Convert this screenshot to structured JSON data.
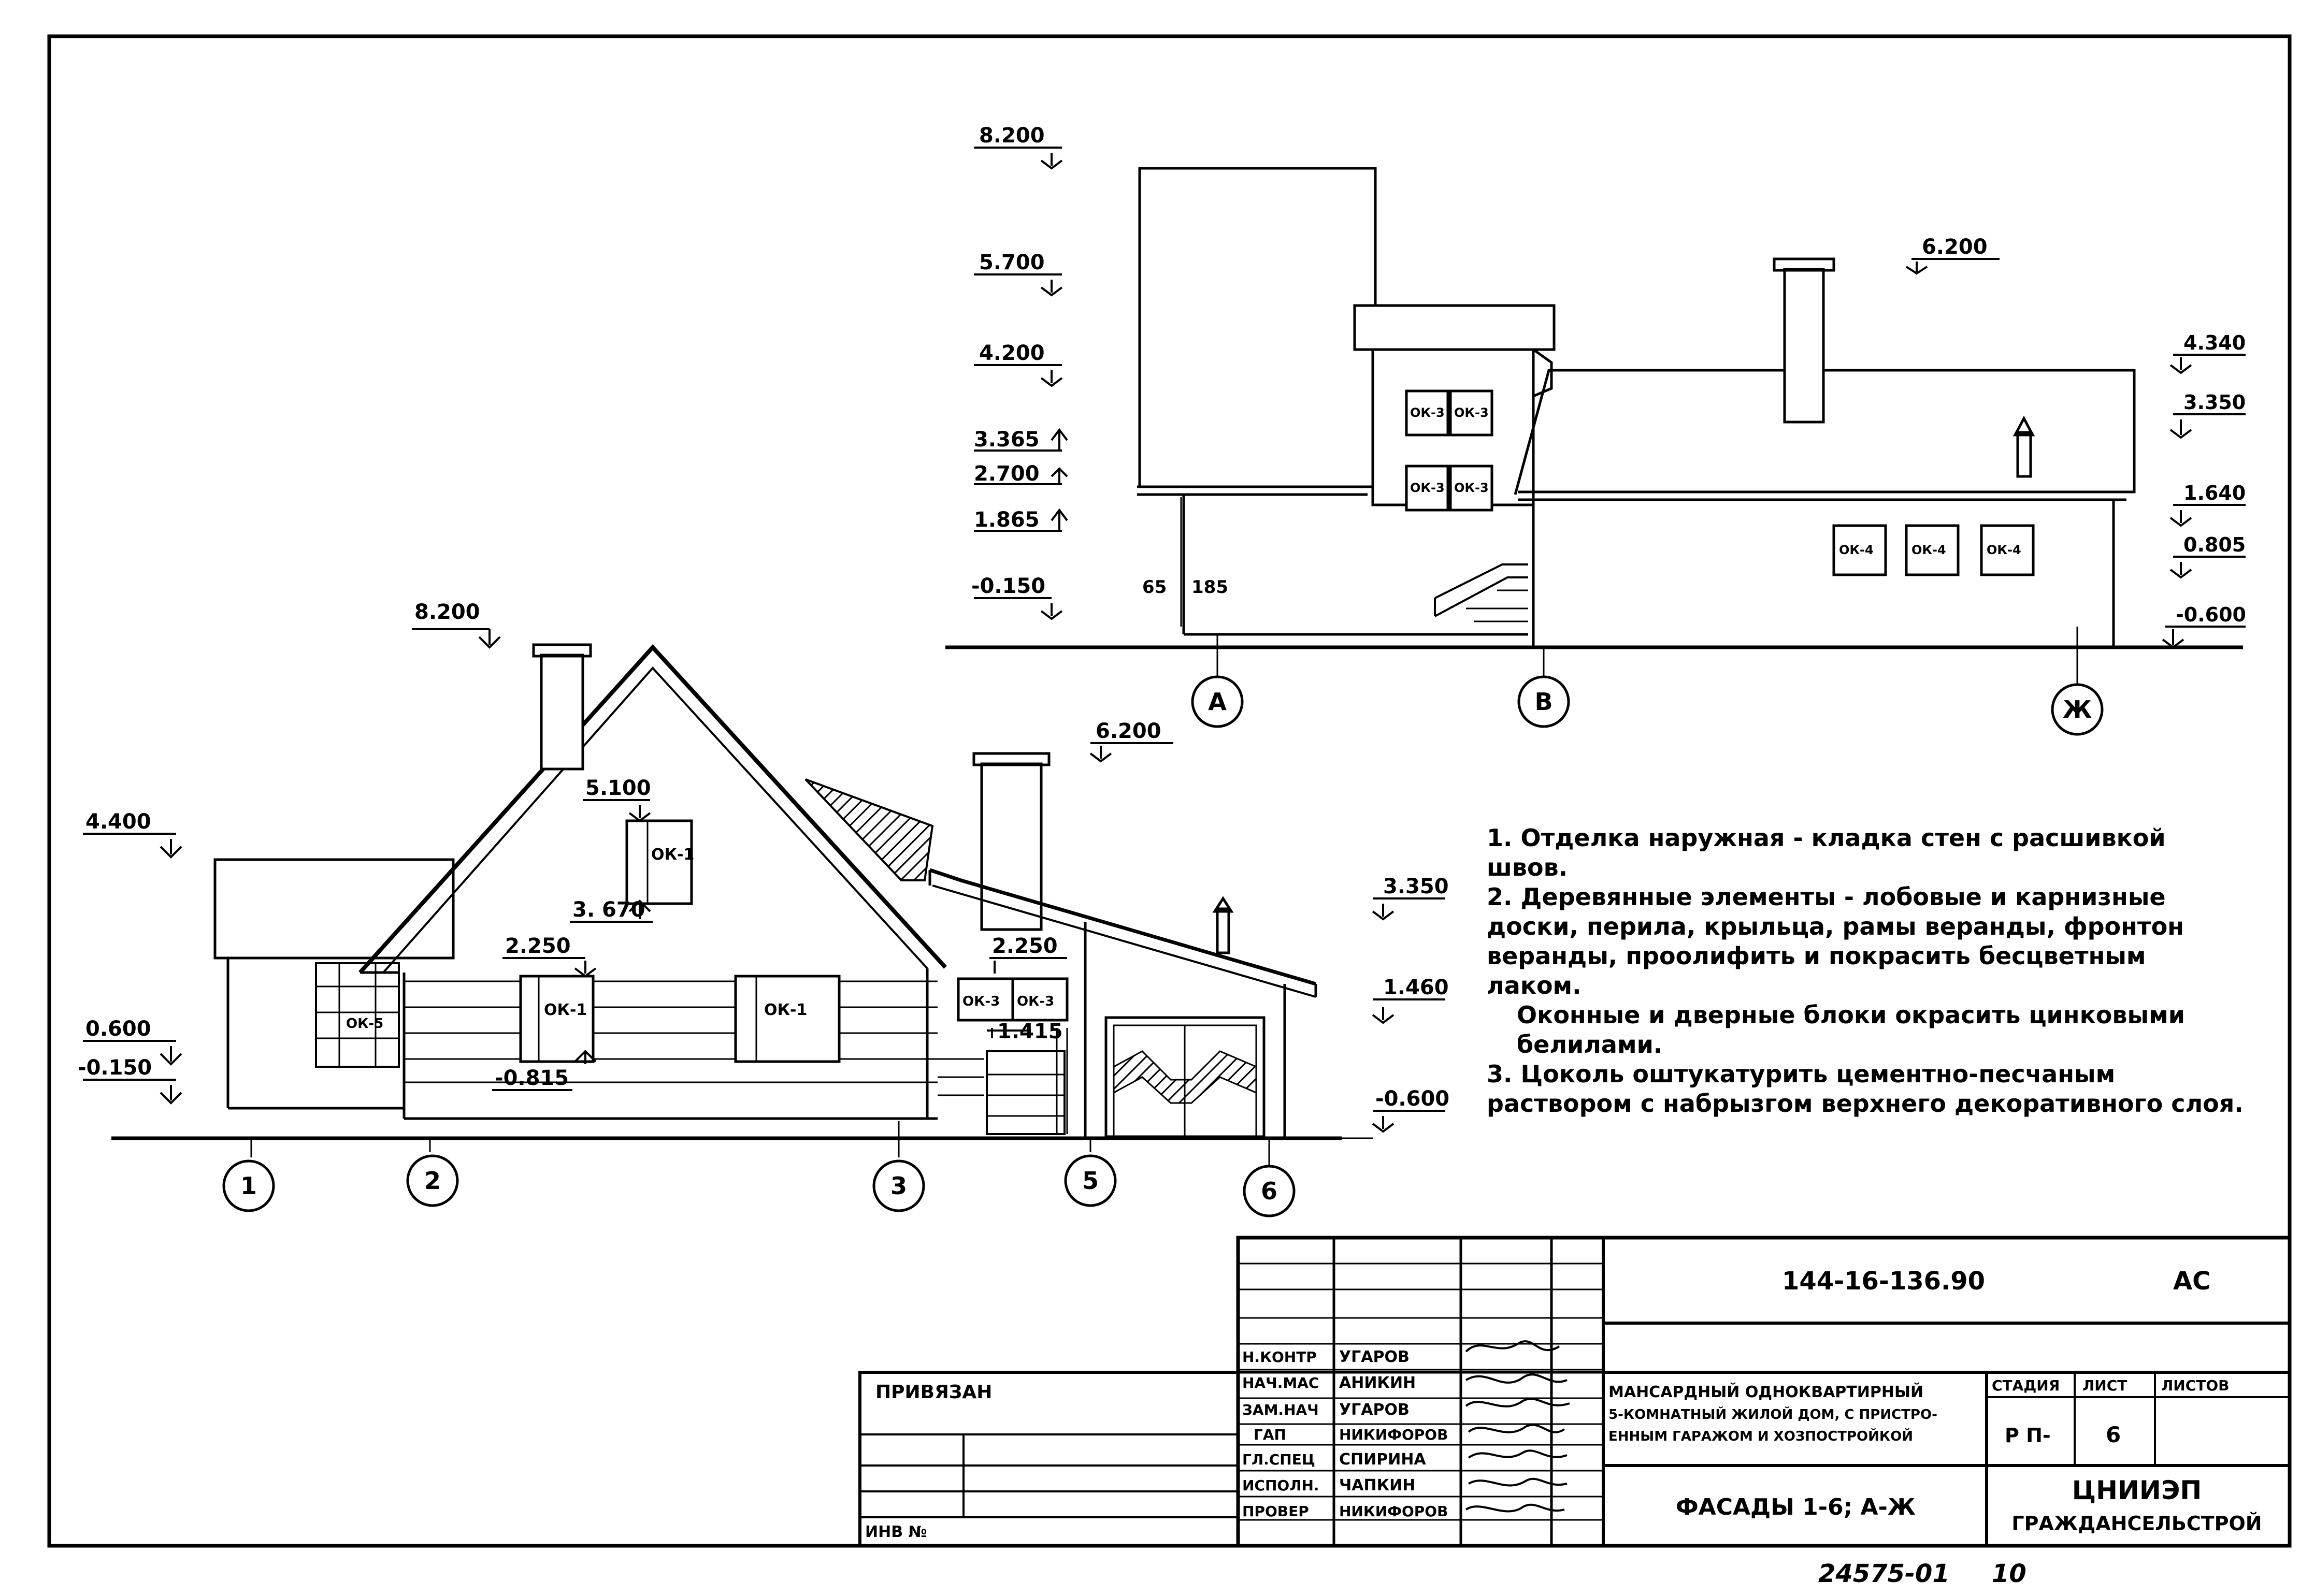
{
  "drawing": {
    "facade_1_6": {
      "levels": [
        "8.200",
        "4.400",
        "0.600",
        "-0.150",
        "5.100",
        "3. 670",
        "2.250",
        "-0.815",
        "2.250",
        "1.415",
        "6.200",
        "3.350",
        "1.460",
        "-0.600"
      ],
      "axes": [
        "1",
        "2",
        "3",
        "5",
        "6"
      ],
      "windows": [
        "ОК-1",
        "ОК-1",
        "ОК-1",
        "ОК-5",
        "ОК-3",
        "ОК-3"
      ]
    },
    "facade_a_zh": {
      "levels": [
        "8.200",
        "5.700",
        "4.200",
        "3.365",
        "2.700",
        "1.865",
        "-0.150",
        "6.200",
        "4.340",
        "3.350",
        "1.640",
        "0.805",
        "-0.600"
      ],
      "dims": [
        "65",
        "185"
      ],
      "axes": [
        "А",
        "В",
        "Ж"
      ],
      "windows": [
        "ОК-3",
        "ОК-3",
        "ОК-3",
        "ОК-3",
        "ОК-4",
        "ОК-4",
        "ОК-4"
      ]
    }
  },
  "notes": [
    "1. Отделка наружная - кладка стен с расшивкой швов.",
    "2. Деревянные элементы - лобовые и карнизные доски, перила, крыльца, рамы веранды, фронтон веранды, проолифить и покрасить бесцветным лаком.",
    "Оконные и дверные блоки окрасить цинковыми белилами.",
    "3. Цоколь оштукатурить цементно-песчаным раствором с набрызгом верхнего декоративного слоя."
  ],
  "title_block": {
    "doc_code": "144-16-136.90",
    "mark": "АС",
    "privyazan": "ПРИВЯЗАН",
    "inv": "ИНВ №",
    "roles": [
      "Н.КОНТР",
      "НАЧ.МАС",
      "ЗАМ.НАЧ",
      "ГАП",
      "ГЛ.СПЕЦ",
      "ИСПОЛН.",
      "ПРОВЕР"
    ],
    "names": [
      "УГАРОВ",
      "АНИКИН",
      "УГАРОВ",
      "НИКИФОРОВ",
      "СПИРИНА",
      "ЧАПКИН",
      "НИКИФОРОВ"
    ],
    "project_title": [
      "МАНСАРДНЫЙ ОДНОКВАРТИРНЫЙ",
      "5-КОМНАТНЫЙ ЖИЛОЙ ДОМ, С ПРИСТРО-",
      "ЕННЫМ ГАРАЖОМ И ХОЗПОСТРОЙКОЙ"
    ],
    "sheet_title": "ФАСАДЫ 1-6; А-Ж",
    "stage_label": "СТАДИЯ",
    "sheet_label": "ЛИСТ",
    "sheets_label": "ЛИСТОВ",
    "stage": "Р П-",
    "sheet": "6",
    "org": [
      "ЦНИИЭП",
      "ГРАЖДАНСЕЛЬСТРОЙ"
    ]
  },
  "stamp": {
    "number": "24575-01",
    "page": "10"
  }
}
